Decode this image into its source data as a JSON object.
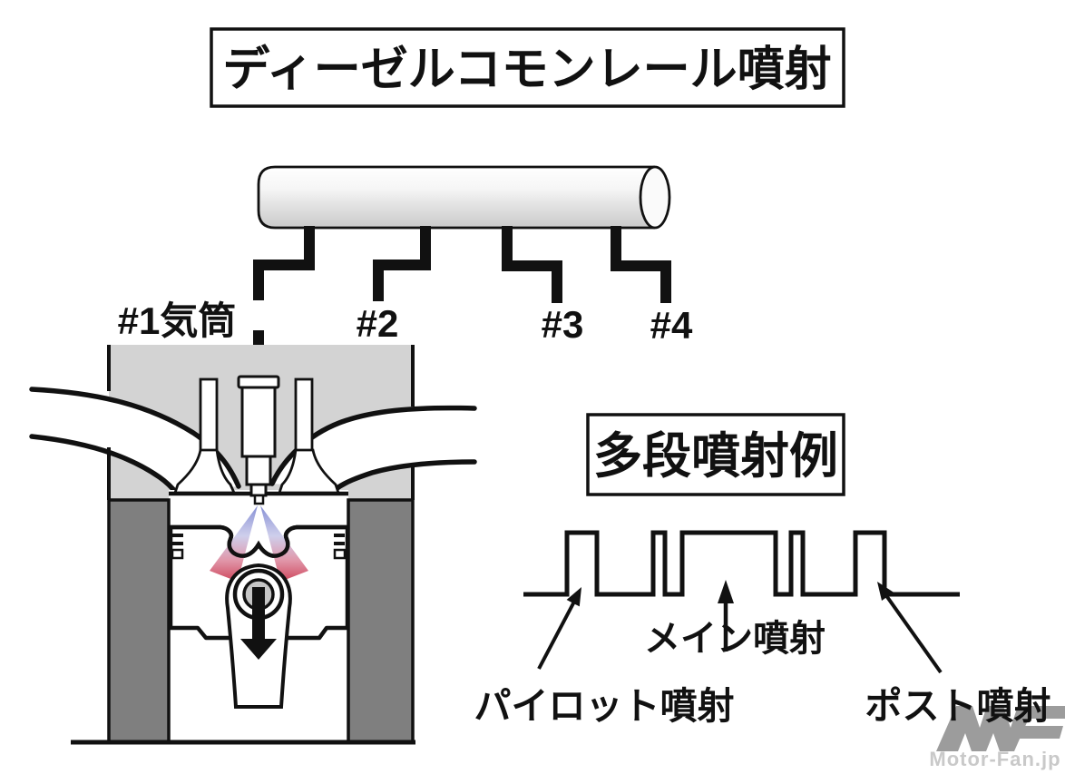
{
  "title": "ディーゼルコモンレール噴射",
  "rail": {
    "labels": {
      "cyl1": "#1気筒",
      "cyl2": "#2",
      "cyl3": "#3",
      "cyl4": "#4"
    }
  },
  "multi_injection": {
    "box_title": "多段噴射例",
    "pilot_label": "パイロット噴射",
    "main_label": "メイン噴射",
    "post_label": "ポスト噴射",
    "pulse_count": 5
  },
  "watermark": {
    "text": "Motor-Fan.jp"
  },
  "colors": {
    "line_black": "#111111",
    "head_gray": "#d3d3d3",
    "wall_gray": "#7f7f7f",
    "pin_gray": "#c6c6c6",
    "spray_blue": "#7e88d2",
    "spray_red": "#cc3c52",
    "watermark_gray": "#9c9c9c",
    "watermark_text": "#c9c9c9"
  }
}
